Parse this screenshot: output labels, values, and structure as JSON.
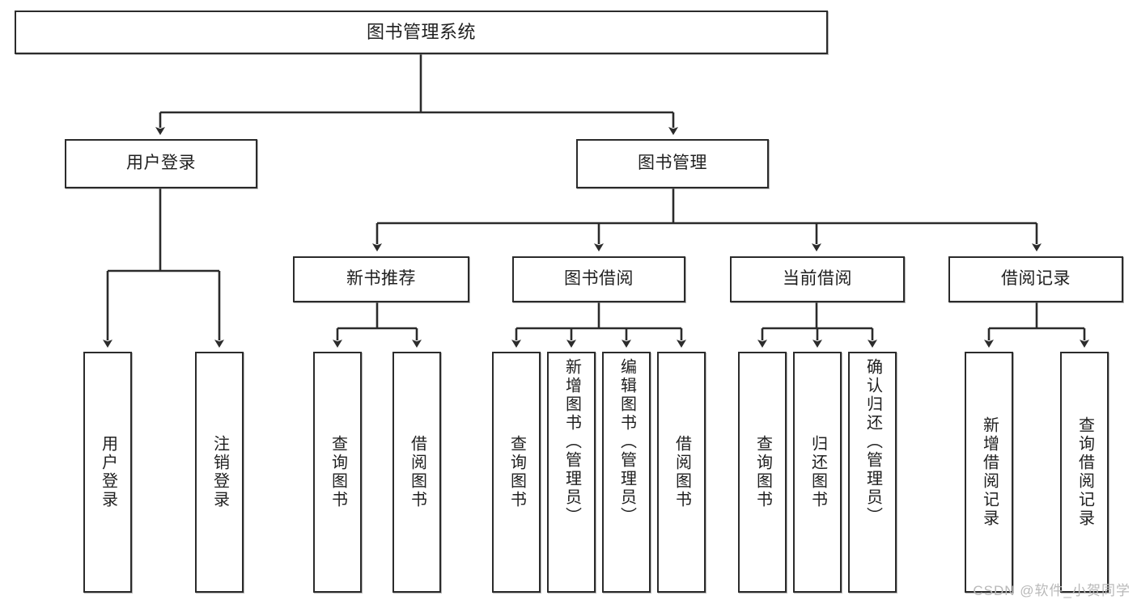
{
  "diagram": {
    "title": "图书管理系统",
    "type": "tree",
    "watermark": "CSDN @软件_小贺同学",
    "colors": {
      "box_border": "#2b2b2b",
      "box_fill": "#ffffff",
      "edge": "#2b2b2b",
      "text": "#1f1f1f",
      "watermark": "#b9b9b9",
      "background": "#ffffff"
    },
    "nodes": {
      "root": {
        "label": "图书管理系统",
        "level": 1,
        "orientation": "horizontal"
      },
      "user_login": {
        "label": "用户登录",
        "level": 2,
        "orientation": "horizontal"
      },
      "book_manage": {
        "label": "图书管理",
        "level": 2,
        "orientation": "horizontal"
      },
      "new_book_recommend": {
        "label": "新书推荐",
        "level": 3,
        "orientation": "horizontal"
      },
      "book_borrow": {
        "label": "图书借阅",
        "level": 3,
        "orientation": "horizontal"
      },
      "current_borrow": {
        "label": "当前借阅",
        "level": 3,
        "orientation": "horizontal"
      },
      "borrow_record": {
        "label": "借阅记录",
        "level": 3,
        "orientation": "horizontal"
      },
      "leaf_user_login": {
        "label": "用户登录",
        "level": 4,
        "orientation": "vertical"
      },
      "leaf_logout": {
        "label": "注销登录",
        "level": 4,
        "orientation": "vertical"
      },
      "leaf_query_book_1": {
        "label": "查询图书",
        "level": 4,
        "orientation": "vertical"
      },
      "leaf_borrow_book_1": {
        "label": "借阅图书",
        "level": 4,
        "orientation": "vertical"
      },
      "leaf_query_book_2": {
        "label": "查询图书",
        "level": 4,
        "orientation": "vertical"
      },
      "leaf_add_book": {
        "label": "新增图书（管理员）",
        "level": 4,
        "orientation": "vertical"
      },
      "leaf_edit_book": {
        "label": "编辑图书（管理员）",
        "level": 4,
        "orientation": "vertical"
      },
      "leaf_borrow_book_2": {
        "label": "借阅图书",
        "level": 4,
        "orientation": "vertical"
      },
      "leaf_query_book_3": {
        "label": "查询图书",
        "level": 4,
        "orientation": "vertical"
      },
      "leaf_return_book": {
        "label": "归还图书",
        "level": 4,
        "orientation": "vertical"
      },
      "leaf_confirm_return": {
        "label": "确认归还（管理员）",
        "level": 4,
        "orientation": "vertical"
      },
      "leaf_add_record": {
        "label": "新增借阅记录",
        "level": 4,
        "orientation": "vertical"
      },
      "leaf_query_record": {
        "label": "查询借阅记录",
        "level": 4,
        "orientation": "vertical"
      }
    },
    "edges": [
      {
        "from": "root",
        "to": "user_login"
      },
      {
        "from": "root",
        "to": "book_manage"
      },
      {
        "from": "user_login",
        "to": "leaf_user_login"
      },
      {
        "from": "user_login",
        "to": "leaf_logout"
      },
      {
        "from": "book_manage",
        "to": "new_book_recommend"
      },
      {
        "from": "book_manage",
        "to": "book_borrow"
      },
      {
        "from": "book_manage",
        "to": "current_borrow"
      },
      {
        "from": "book_manage",
        "to": "borrow_record"
      },
      {
        "from": "new_book_recommend",
        "to": "leaf_query_book_1"
      },
      {
        "from": "new_book_recommend",
        "to": "leaf_borrow_book_1"
      },
      {
        "from": "book_borrow",
        "to": "leaf_query_book_2"
      },
      {
        "from": "book_borrow",
        "to": "leaf_add_book"
      },
      {
        "from": "book_borrow",
        "to": "leaf_edit_book"
      },
      {
        "from": "book_borrow",
        "to": "leaf_borrow_book_2"
      },
      {
        "from": "current_borrow",
        "to": "leaf_query_book_3"
      },
      {
        "from": "current_borrow",
        "to": "leaf_return_book"
      },
      {
        "from": "current_borrow",
        "to": "leaf_confirm_return"
      },
      {
        "from": "borrow_record",
        "to": "leaf_add_record"
      },
      {
        "from": "borrow_record",
        "to": "leaf_query_record"
      }
    ]
  }
}
